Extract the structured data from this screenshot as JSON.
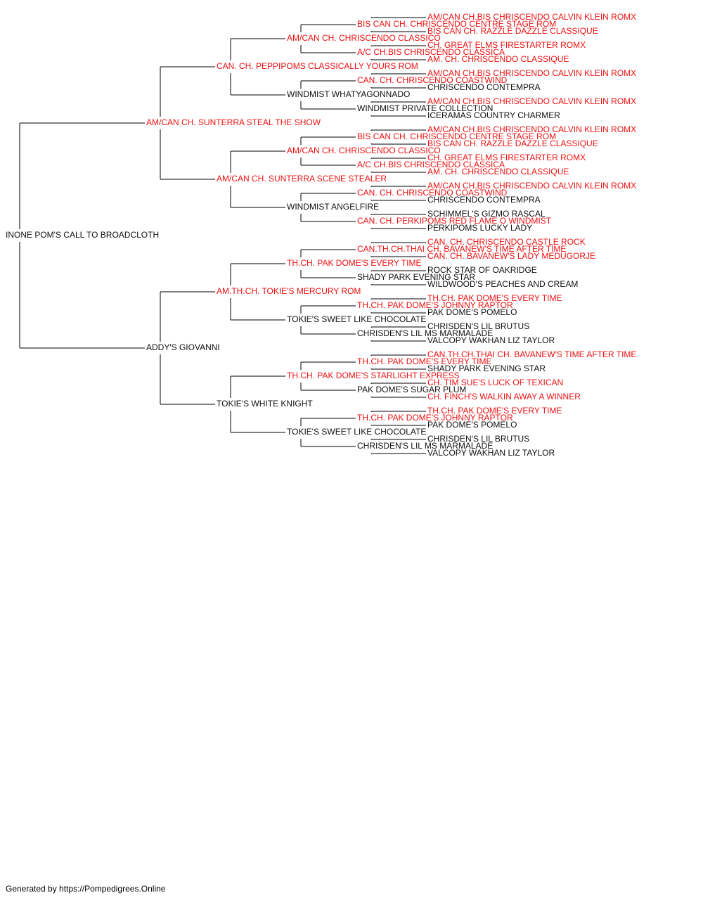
{
  "colors": {
    "champion": "#ee1111",
    "regular": "#111111",
    "line": "#000000"
  },
  "pedigree": {
    "name": "INONE POM'S CALL TO BROADCLOTH",
    "champion": false,
    "sire": {
      "name": "AM/CAN CH. SUNTERRA STEAL THE SHOW",
      "champion": true,
      "sire": {
        "name": "CAN. CH. PEPPIPOMS CLASSICALLY YOURS ROM",
        "champion": true,
        "sire": {
          "name": "AM/CAN CH. CHRISCENDO CLASSICO",
          "champion": true,
          "sire": {
            "name": "BIS CAN CH. CHRISCENDO CENTRE STAGE ROM",
            "champion": true,
            "sire": {
              "name": "AM/CAN CH.BIS CHRISCENDO CALVIN KLEIN ROMX",
              "champion": true
            },
            "dam": {
              "name": "BIS CAN CH. RAZZLE DAZZLE CLASSIQUE",
              "champion": true
            }
          },
          "dam": {
            "name": "A/C CH.BIS CHRISCENDO CLASSICA",
            "champion": true,
            "sire": {
              "name": "CH. GREAT ELMS FIRESTARTER ROMX",
              "champion": true
            },
            "dam": {
              "name": "AM. CH. CHRISCENDO CLASSIQUE",
              "champion": true
            }
          }
        },
        "dam": {
          "name": "WINDMIST WHATYAGONNADO",
          "champion": false,
          "sire": {
            "name": "CAN. CH. CHRISCENDO COASTWIND",
            "champion": true,
            "sire": {
              "name": "AM/CAN CH.BIS CHRISCENDO CALVIN KLEIN ROMX",
              "champion": true
            },
            "dam": {
              "name": "CHRISCENDO CONTEMPRA",
              "champion": false
            }
          },
          "dam": {
            "name": "WINDMIST PRIVATE COLLECTION",
            "champion": false,
            "sire": {
              "name": "AM/CAN CH.BIS CHRISCENDO CALVIN KLEIN ROMX",
              "champion": true
            },
            "dam": {
              "name": "ICERAMAS COUNTRY CHARMER",
              "champion": false
            }
          }
        }
      },
      "dam": {
        "name": "AM/CAN CH. SUNTERRA SCENE STEALER",
        "champion": true,
        "sire": {
          "name": "AM/CAN CH. CHRISCENDO CLASSICO",
          "champion": true,
          "sire": {
            "name": "BIS CAN CH. CHRISCENDO CENTRE STAGE ROM",
            "champion": true,
            "sire": {
              "name": "AM/CAN CH.BIS CHRISCENDO CALVIN KLEIN ROMX",
              "champion": true
            },
            "dam": {
              "name": "BIS CAN CH. RAZZLE DAZZLE CLASSIQUE",
              "champion": true
            }
          },
          "dam": {
            "name": "A/C CH.BIS CHRISCENDO CLASSICA",
            "champion": true,
            "sire": {
              "name": "CH. GREAT ELMS FIRESTARTER ROMX",
              "champion": true
            },
            "dam": {
              "name": "AM. CH. CHRISCENDO CLASSIQUE",
              "champion": true
            }
          }
        },
        "dam": {
          "name": "WINDMIST ANGELFIRE",
          "champion": false,
          "sire": {
            "name": "CAN. CH. CHRISCENDO COASTWIND",
            "champion": true,
            "sire": {
              "name": "AM/CAN CH.BIS CHRISCENDO CALVIN KLEIN ROMX",
              "champion": true
            },
            "dam": {
              "name": "CHRISCENDO CONTEMPRA",
              "champion": false
            }
          },
          "dam": {
            "name": "CAN. CH. PERKIPOMS RED FLAME O WINDMIST",
            "champion": true,
            "sire": {
              "name": "SCHIMMEL'S GIZMO RASCAL",
              "champion": false
            },
            "dam": {
              "name": "PERKIPOMS LUCKY LADY",
              "champion": false
            }
          }
        }
      }
    },
    "dam": {
      "name": "ADDY'S GIOVANNI",
      "champion": false,
      "sire": {
        "name": "AM.TH.CH. TOKIE'S MERCURY ROM",
        "champion": true,
        "sire": {
          "name": "TH.CH. PAK DOME'S EVERY TIME",
          "champion": true,
          "sire": {
            "name": "CAN.TH.CH.THAI CH. BAVANEW'S TIME AFTER TIME",
            "champion": true,
            "sire": {
              "name": "CAN. CH. CHRISCENDO CASTLE ROCK",
              "champion": true
            },
            "dam": {
              "name": "CAN. CH. BAVANEW'S LADY MEDUGORJE",
              "champion": true
            }
          },
          "dam": {
            "name": "SHADY PARK EVENING STAR",
            "champion": false,
            "sire": {
              "name": "ROCK STAR OF OAKRIDGE",
              "champion": false
            },
            "dam": {
              "name": "WILDWOOD'S PEACHES AND CREAM",
              "champion": false
            }
          }
        },
        "dam": {
          "name": "TOKIE'S SWEET LIKE CHOCOLATE",
          "champion": false,
          "sire": {
            "name": "TH.CH. PAK DOME'S JOHNNY RAPTOR",
            "champion": true,
            "sire": {
              "name": "TH.CH. PAK DOME'S EVERY TIME",
              "champion": true
            },
            "dam": {
              "name": "PAK DOME'S POMELO",
              "champion": false
            }
          },
          "dam": {
            "name": "CHRISDEN'S LIL MS MARMALADE",
            "champion": false,
            "sire": {
              "name": "CHRISDEN'S LIL BRUTUS",
              "champion": false
            },
            "dam": {
              "name": "VALCOPY WAKHAN LIZ TAYLOR",
              "champion": false
            }
          }
        }
      },
      "dam": {
        "name": "TOKIE'S WHITE KNIGHT",
        "champion": false,
        "sire": {
          "name": "TH.CH. PAK DOME'S STARLIGHT EXPRESS",
          "champion": true,
          "sire": {
            "name": "TH.CH. PAK DOME'S EVERY TIME",
            "champion": true,
            "sire": {
              "name": "CAN.TH.CH.THAI CH. BAVANEW'S TIME AFTER TIME",
              "champion": true
            },
            "dam": {
              "name": "SHADY PARK EVENING STAR",
              "champion": false
            }
          },
          "dam": {
            "name": "PAK DOME'S SUGAR PLUM",
            "champion": false,
            "sire": {
              "name": "CH. TIM SUE'S LUCK OF TEXICAN",
              "champion": true
            },
            "dam": {
              "name": "CH. FINCH'S WALKIN AWAY A WINNER",
              "champion": true
            }
          }
        },
        "dam": {
          "name": "TOKIE'S SWEET LIKE CHOCOLATE",
          "champion": false,
          "sire": {
            "name": "TH.CH. PAK DOME'S JOHNNY RAPTOR",
            "champion": true,
            "sire": {
              "name": "TH.CH. PAK DOME'S EVERY TIME",
              "champion": true
            },
            "dam": {
              "name": "PAK DOME'S POMELO",
              "champion": false
            }
          },
          "dam": {
            "name": "CHRISDEN'S LIL MS MARMALADE",
            "champion": false,
            "sire": {
              "name": "CHRISDEN'S LIL BRUTUS",
              "champion": false
            },
            "dam": {
              "name": "VALCOPY WAKHAN LIZ TAYLOR",
              "champion": false
            }
          }
        }
      }
    }
  },
  "footer": {
    "text": "Generated by https://Pompedigrees.Online"
  }
}
